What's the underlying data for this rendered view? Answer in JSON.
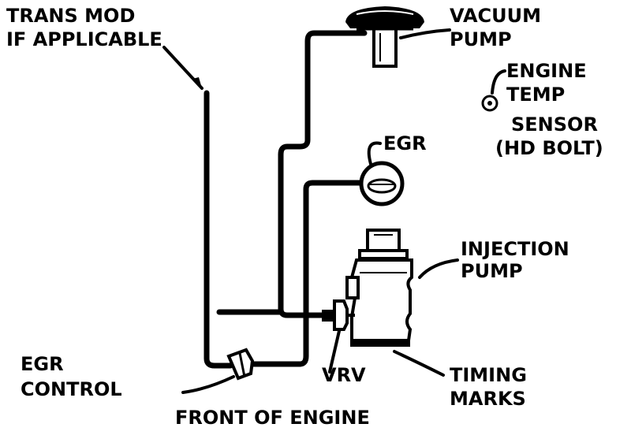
{
  "diagram": {
    "labels": {
      "trans_mod_1": "TRANS MOD",
      "trans_mod_2": "IF APPLICABLE",
      "vacuum_pump_1": "VACUUM",
      "vacuum_pump_2": "PUMP",
      "engine_temp_1": "ENGINE",
      "engine_temp_2": "TEMP",
      "sensor_1": "SENSOR",
      "sensor_2": "(HD BOLT)",
      "egr": "EGR",
      "injection_pump_1": "INJECTION",
      "injection_pump_2": "PUMP",
      "egr_control_1": "EGR",
      "egr_control_2": "CONTROL",
      "vrv": "VRV",
      "timing_marks_1": "TIMING",
      "timing_marks_2": "MARKS",
      "front_of_engine": "FRONT OF ENGINE"
    },
    "colors": {
      "ink": "#000000",
      "paper": "#ffffff"
    }
  }
}
